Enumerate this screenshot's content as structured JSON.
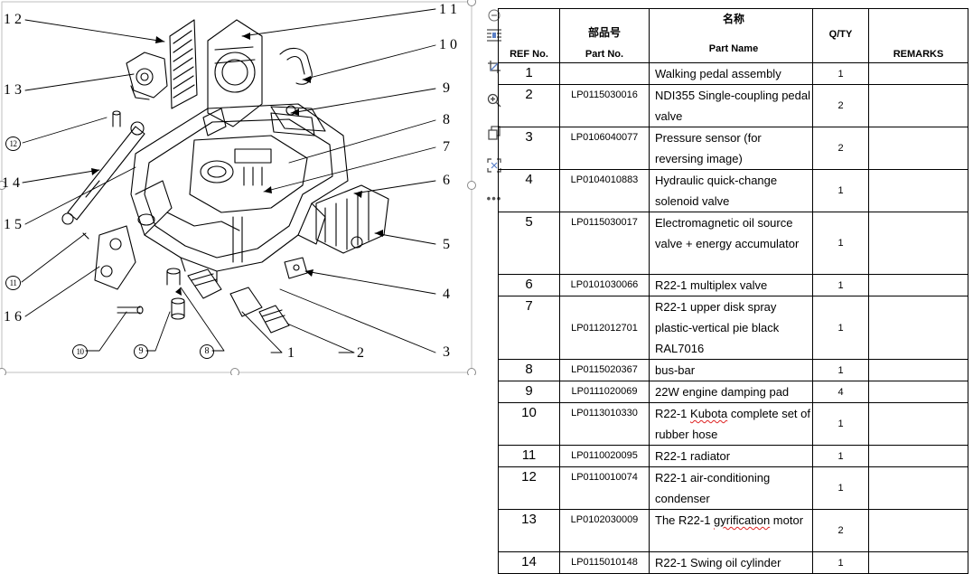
{
  "drawing": {
    "callouts": [
      {
        "label": "1 2",
        "circled": false
      },
      {
        "label": "1 1",
        "circled": false
      },
      {
        "label": "1 0",
        "circled": false
      },
      {
        "label": "1 3",
        "circled": false
      },
      {
        "label": "9",
        "circled": false
      },
      {
        "label": "12",
        "circled": true
      },
      {
        "label": "8",
        "circled": false
      },
      {
        "label": "7",
        "circled": false
      },
      {
        "label": "1 4",
        "circled": false
      },
      {
        "label": "6",
        "circled": false
      },
      {
        "label": "1 5",
        "circled": false
      },
      {
        "label": "5",
        "circled": false
      },
      {
        "label": "11",
        "circled": true
      },
      {
        "label": "4",
        "circled": false
      },
      {
        "label": "1 6",
        "circled": false
      },
      {
        "label": "3",
        "circled": false
      },
      {
        "label": "10",
        "circled": true
      },
      {
        "label": "9",
        "circled": true
      },
      {
        "label": "8",
        "circled": true
      },
      {
        "label": "1",
        "circled": false
      },
      {
        "label": "2",
        "circled": false
      }
    ]
  },
  "toolbar": {
    "buttons": [
      {
        "name": "collapse-button",
        "icon": "minus-icon"
      },
      {
        "name": "layout-options-button",
        "icon": "text-wrap-icon"
      },
      {
        "name": "crop-button",
        "icon": "crop-icon"
      },
      {
        "name": "zoom-button",
        "icon": "zoom-in-icon"
      },
      {
        "name": "copy-button",
        "icon": "copy-icon"
      },
      {
        "name": "screenshot-button",
        "icon": "capture-icon"
      },
      {
        "name": "more-button",
        "icon": "more-icon",
        "glyph": "•••"
      }
    ]
  },
  "table": {
    "headers": {
      "ref": "REF No.",
      "part_cn": "部品号",
      "part": "Part No.",
      "name_cn": "名称",
      "name": "Part Name",
      "qty": "Q/TY",
      "remarks": "REMARKS"
    },
    "rows": [
      {
        "ref": "1",
        "part": "",
        "name": "Walking pedal assembly",
        "qty": "1",
        "remarks": ""
      },
      {
        "ref": "2",
        "part": "LP0115030016",
        "name": "NDI355 Single-coupling pedal valve",
        "qty": "2",
        "remarks": ""
      },
      {
        "ref": "3",
        "part": "LP0106040077",
        "name": "Pressure sensor (for reversing image)",
        "qty": "2",
        "remarks": ""
      },
      {
        "ref": "4",
        "part": "LP0104010883",
        "name": "Hydraulic quick-change solenoid valve",
        "qty": "1",
        "remarks": ""
      },
      {
        "ref": "5",
        "part": "LP0115030017",
        "name": "Electromagnetic oil source valve + energy accumulator",
        "qty": "1",
        "remarks": ""
      },
      {
        "ref": "6",
        "part": "LP0101030066",
        "name": "R22-1 multiplex valve",
        "qty": "1",
        "remarks": ""
      },
      {
        "ref": "7",
        "part": "LP0112012701",
        "name": "R22-1 upper disk spray plastic-vertical pie black RAL7016",
        "qty": "1",
        "remarks": ""
      },
      {
        "ref": "8",
        "part": "LP0115020367",
        "name": "bus-bar",
        "qty": "1",
        "remarks": ""
      },
      {
        "ref": "9",
        "part": "LP0111020069",
        "name": "22W engine damping pad",
        "qty": "4",
        "remarks": ""
      },
      {
        "ref": "10",
        "part": "LP0113010330",
        "name_pre": "R22-1 ",
        "name_sq": "Kubota",
        "name_post": " complete set of rubber hose",
        "qty": "1",
        "remarks": ""
      },
      {
        "ref": "11",
        "part": "LP0110020095",
        "name": "R22-1 radiator",
        "qty": "1",
        "remarks": ""
      },
      {
        "ref": "12",
        "part": "LP0110010074",
        "name": "R22-1 air-conditioning condenser",
        "qty": "1",
        "remarks": ""
      },
      {
        "ref": "13",
        "part": "LP0102030009",
        "name_pre": "The R22-1 ",
        "name_sq": "gyrification",
        "name_post": " motor",
        "qty": "2",
        "remarks": ""
      },
      {
        "ref": "14",
        "part": "LP0115010148",
        "name": "R22-1 Swing oil cylinder",
        "qty": "1",
        "remarks": ""
      }
    ]
  }
}
